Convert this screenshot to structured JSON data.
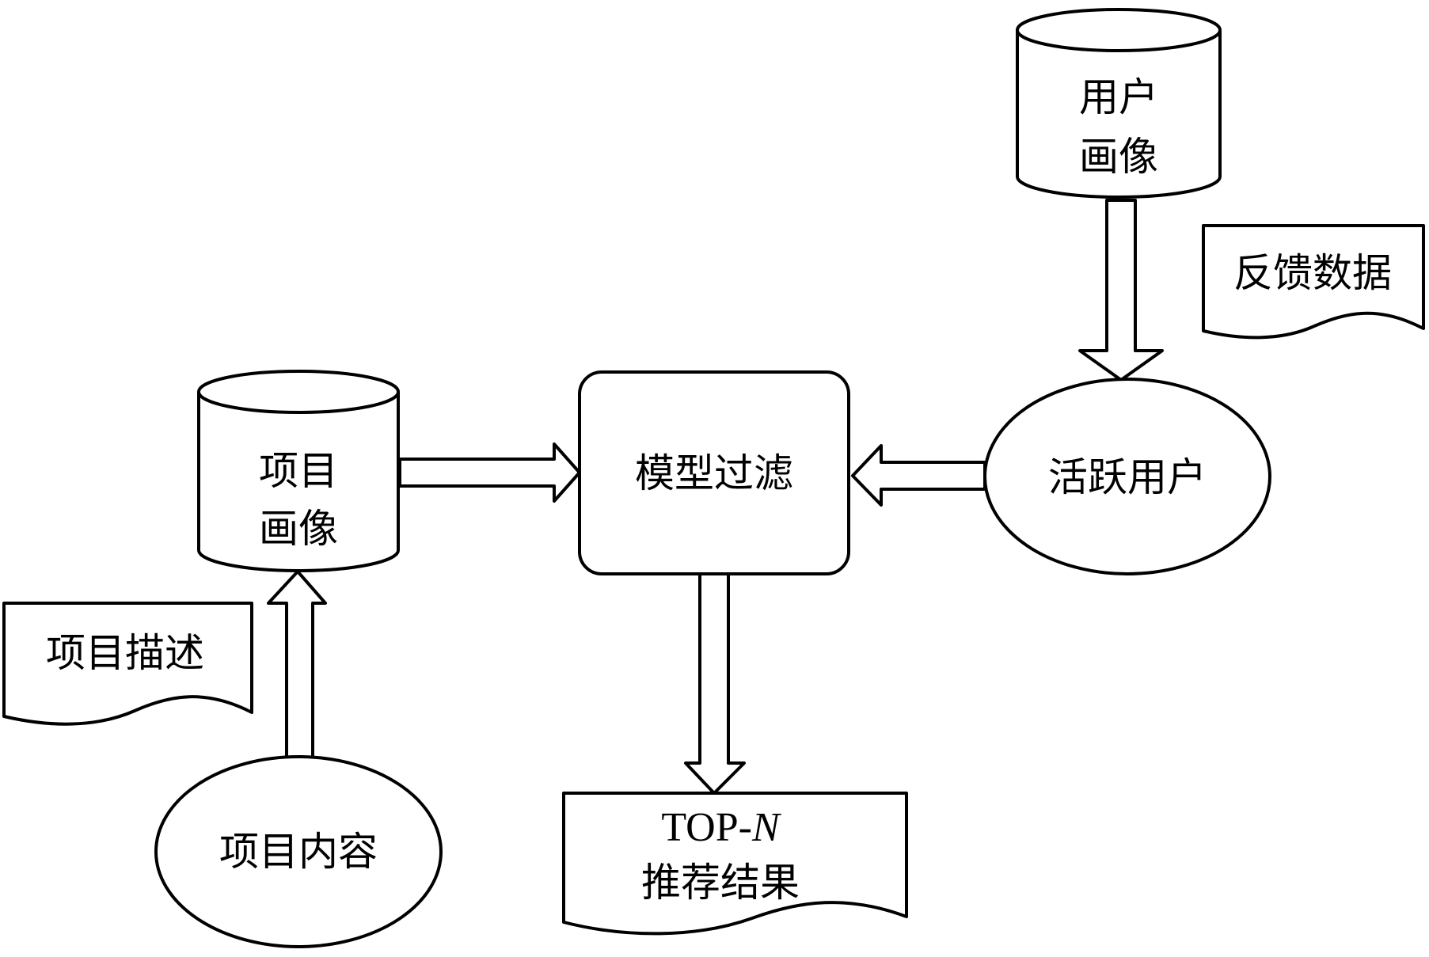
{
  "nodes": {
    "user_profile": {
      "line1": "用户",
      "line2": "画像"
    },
    "feedback_data": {
      "label": "反馈数据"
    },
    "item_profile": {
      "line1": "项目",
      "line2": "画像"
    },
    "model_filter": {
      "label": "模型过滤"
    },
    "active_users": {
      "label": "活跃用户"
    },
    "item_desc": {
      "label": "项目描述"
    },
    "item_content": {
      "label": "项目内容"
    },
    "top_n_result": {
      "line1_prefix": "TOP-",
      "line1_italic": "N",
      "line2": "推荐结果"
    }
  },
  "edges": [
    {
      "from": "user_profile",
      "to": "active_users"
    },
    {
      "from": "active_users",
      "to": "model_filter"
    },
    {
      "from": "item_profile",
      "to": "model_filter"
    },
    {
      "from": "item_content",
      "to": "item_profile"
    },
    {
      "from": "model_filter",
      "to": "top_n_result"
    }
  ]
}
